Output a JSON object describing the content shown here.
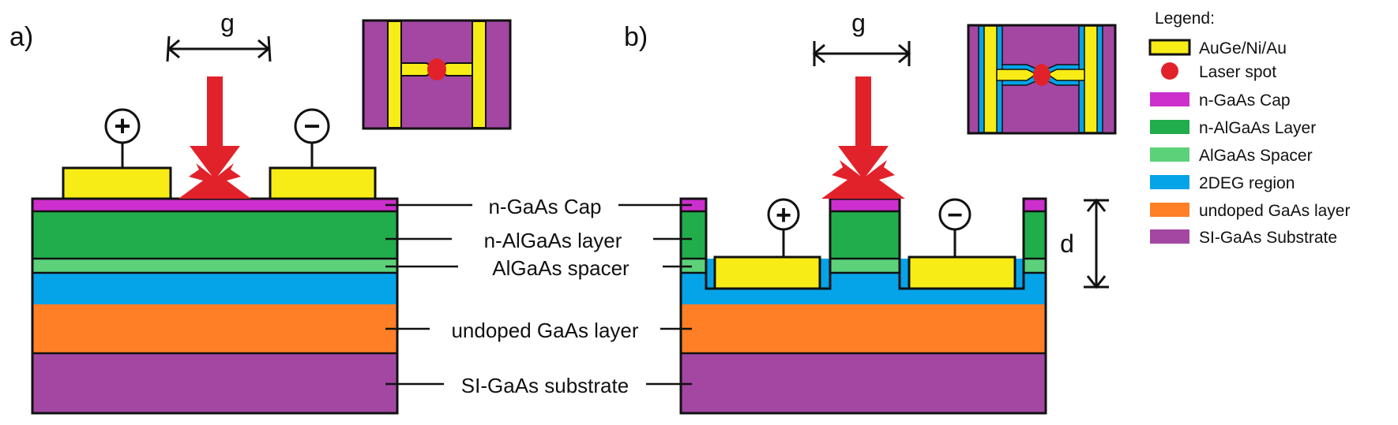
{
  "panels": {
    "a": {
      "label": "a)",
      "gap_label": "g"
    },
    "b": {
      "label": "b)",
      "gap_label": "g",
      "depth_label": "d"
    }
  },
  "layer_labels": {
    "cap": "n-GaAs Cap",
    "nalgaas": "n-AlGaAs layer",
    "spacer": "AlGaAs spacer",
    "undoped": "undoped GaAs layer",
    "substrate": "SI-GaAs substrate"
  },
  "legend": {
    "title": "Legend:",
    "items": [
      {
        "key": "contact",
        "label": "AuGe/Ni/Au",
        "color": "#f7ec16",
        "shape": "rect-outlined"
      },
      {
        "key": "laser",
        "label": "Laser spot",
        "color": "#e2222a",
        "shape": "circle"
      },
      {
        "key": "cap",
        "label": "n-GaAs Cap",
        "color": "#cc2fcc",
        "shape": "rect"
      },
      {
        "key": "nalgaas",
        "label": "n-AlGaAs Layer",
        "color": "#22ad4c",
        "shape": "rect"
      },
      {
        "key": "spacer",
        "label": "AlGaAs Spacer",
        "color": "#5cd17a",
        "shape": "rect"
      },
      {
        "key": "twodeg",
        "label": "2DEG region",
        "color": "#05a3e8",
        "shape": "rect"
      },
      {
        "key": "undoped",
        "label": "undoped GaAs layer",
        "color": "#fe7f26",
        "shape": "rect"
      },
      {
        "key": "substrate",
        "label": "SI-GaAs Substrate",
        "color": "#a347a3",
        "shape": "rect"
      }
    ]
  },
  "colors": {
    "contact": "#f7ec16",
    "laser": "#e2222a",
    "cap": "#cc2fcc",
    "nalgaas": "#22ad4c",
    "spacer": "#5cd17a",
    "twodeg": "#05a3e8",
    "undoped": "#fe7f26",
    "substrate": "#a347a3",
    "outline": "#111111"
  },
  "symbols": {
    "plus": "+",
    "minus": "−"
  }
}
